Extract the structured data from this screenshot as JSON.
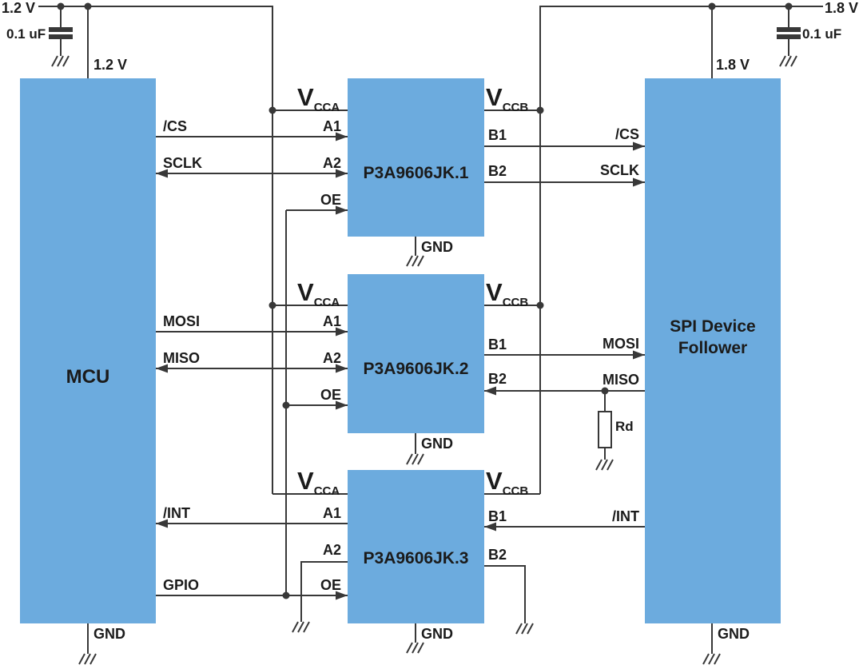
{
  "colors": {
    "block_fill": "#6cabde",
    "wire": "#383838",
    "text": "#1b1b1b"
  },
  "power": {
    "left": {
      "rail": "1.2 V",
      "cap": "0.1 uF",
      "block_pin": "1.2 V"
    },
    "right": {
      "rail": "1.8 V",
      "cap": "0.1 uF",
      "block_pin": "1.8 V"
    }
  },
  "blocks": {
    "mcu": {
      "label": "MCU"
    },
    "spi": {
      "label_line1": "SPI Device",
      "label_line2": "Follower"
    },
    "translators": [
      {
        "name": "P3A9606JK.1"
      },
      {
        "name": "P3A9606JK.2"
      },
      {
        "name": "P3A9606JK.3"
      }
    ]
  },
  "pin_labels": {
    "vcc": "V",
    "vcca_sub": "CCA",
    "vccb_sub": "CCB",
    "a1": "A1",
    "a2": "A2",
    "oe": "OE",
    "b1": "B1",
    "b2": "B2",
    "gnd": "GND"
  },
  "signals": {
    "mcu_side": {
      "cs": "/CS",
      "sclk": "SCLK",
      "mosi": "MOSI",
      "miso": "MISO",
      "int": "/INT",
      "gpio": "GPIO"
    },
    "spi_side": {
      "cs": "/CS",
      "sclk": "SCLK",
      "mosi": "MOSI",
      "miso": "MISO",
      "int": "/INT"
    }
  },
  "components": {
    "pulldown_resistor": "Rd"
  }
}
